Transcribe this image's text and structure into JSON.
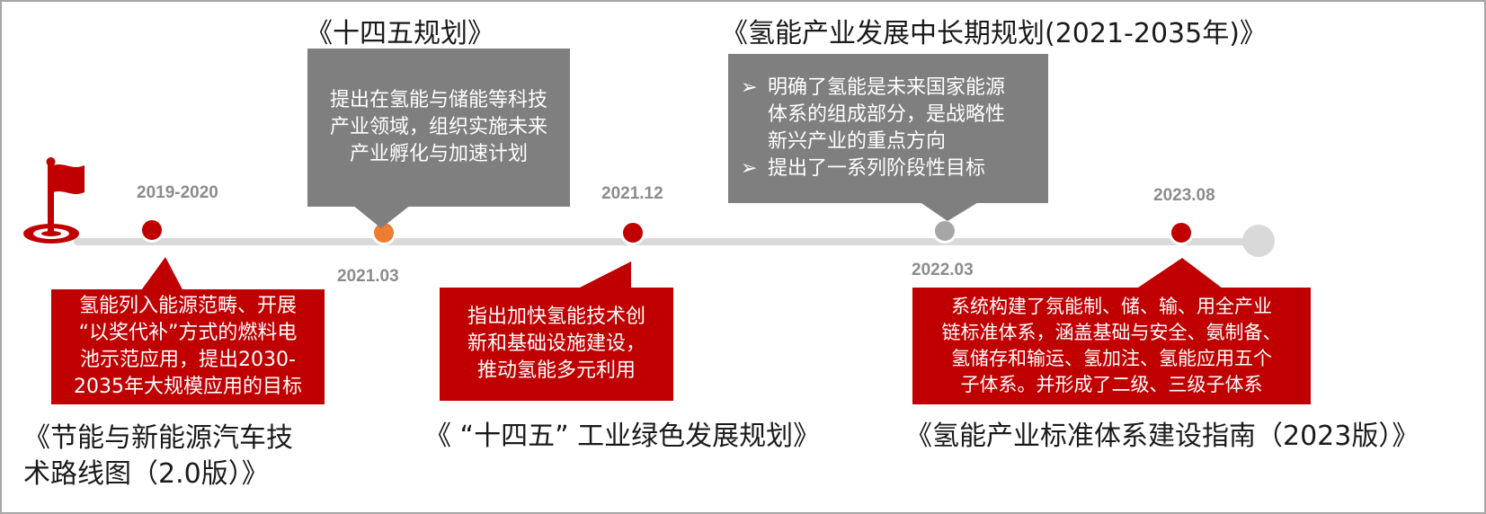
{
  "colors": {
    "accent_red": "#c00000",
    "callout_gray": "#7f7f7f",
    "track_gray": "#d9d9d9",
    "orange": "#ed7d31",
    "date_gray": "#8c8c8c"
  },
  "icons": {
    "start": "flag-icon",
    "bullet": "arrow-bullet-icon"
  },
  "milestones": [
    {
      "date": "2019-2020",
      "dot_color": "#c00000",
      "title": [
        "《节能与新能源汽车技",
        "术路线图（2.0版）》"
      ],
      "callout": {
        "style": "red",
        "lines": [
          "氢能列入能源范畴、开展",
          "“以奖代补”方式的燃料电",
          "池示范应用，提出2030-",
          "2035年大规模应用的目标"
        ]
      }
    },
    {
      "date": "2021.03",
      "dot_color": "#ed7d31",
      "title": [
        "《十四五规划》"
      ],
      "callout": {
        "style": "gray",
        "lines": [
          "提出在氢能与储能等科技",
          "产业领域，组织实施未来",
          "产业孵化与加速计划"
        ]
      }
    },
    {
      "date": "2021.12",
      "dot_color": "#c00000",
      "title": [
        "《 “十四五”  工业绿色发展规划》"
      ],
      "callout": {
        "style": "red",
        "lines": [
          "指出加快氢能技术创",
          "新和基础设施建设，",
          "推动氢能多元利用"
        ]
      }
    },
    {
      "date": "2022.03",
      "dot_color": "#a6a6a6",
      "title": [
        "《氢能产业发展中长期规划(2021-2035年)》"
      ],
      "callout": {
        "style": "gray",
        "bullet_marker": "➢",
        "bullets": [
          [
            "明确了氢能是未来国家能源",
            "体系的组成部分，是战略性",
            "新兴产业的重点方向"
          ],
          [
            "提出了一系列阶段性目标"
          ]
        ]
      }
    },
    {
      "date": "2023.08",
      "dot_color": "#c00000",
      "title": [
        "《氢能产业标准体系建设指南（2023版）》"
      ],
      "callout": {
        "style": "red",
        "lines": [
          "系统构建了氛能制、储、输、用全产业",
          "链标准体系，涵盖基础与安全、氨制备、",
          "氢储存和输运、氢加注、氢能应用五个",
          "子体系。并形成了二级、三级子体系"
        ]
      }
    }
  ]
}
